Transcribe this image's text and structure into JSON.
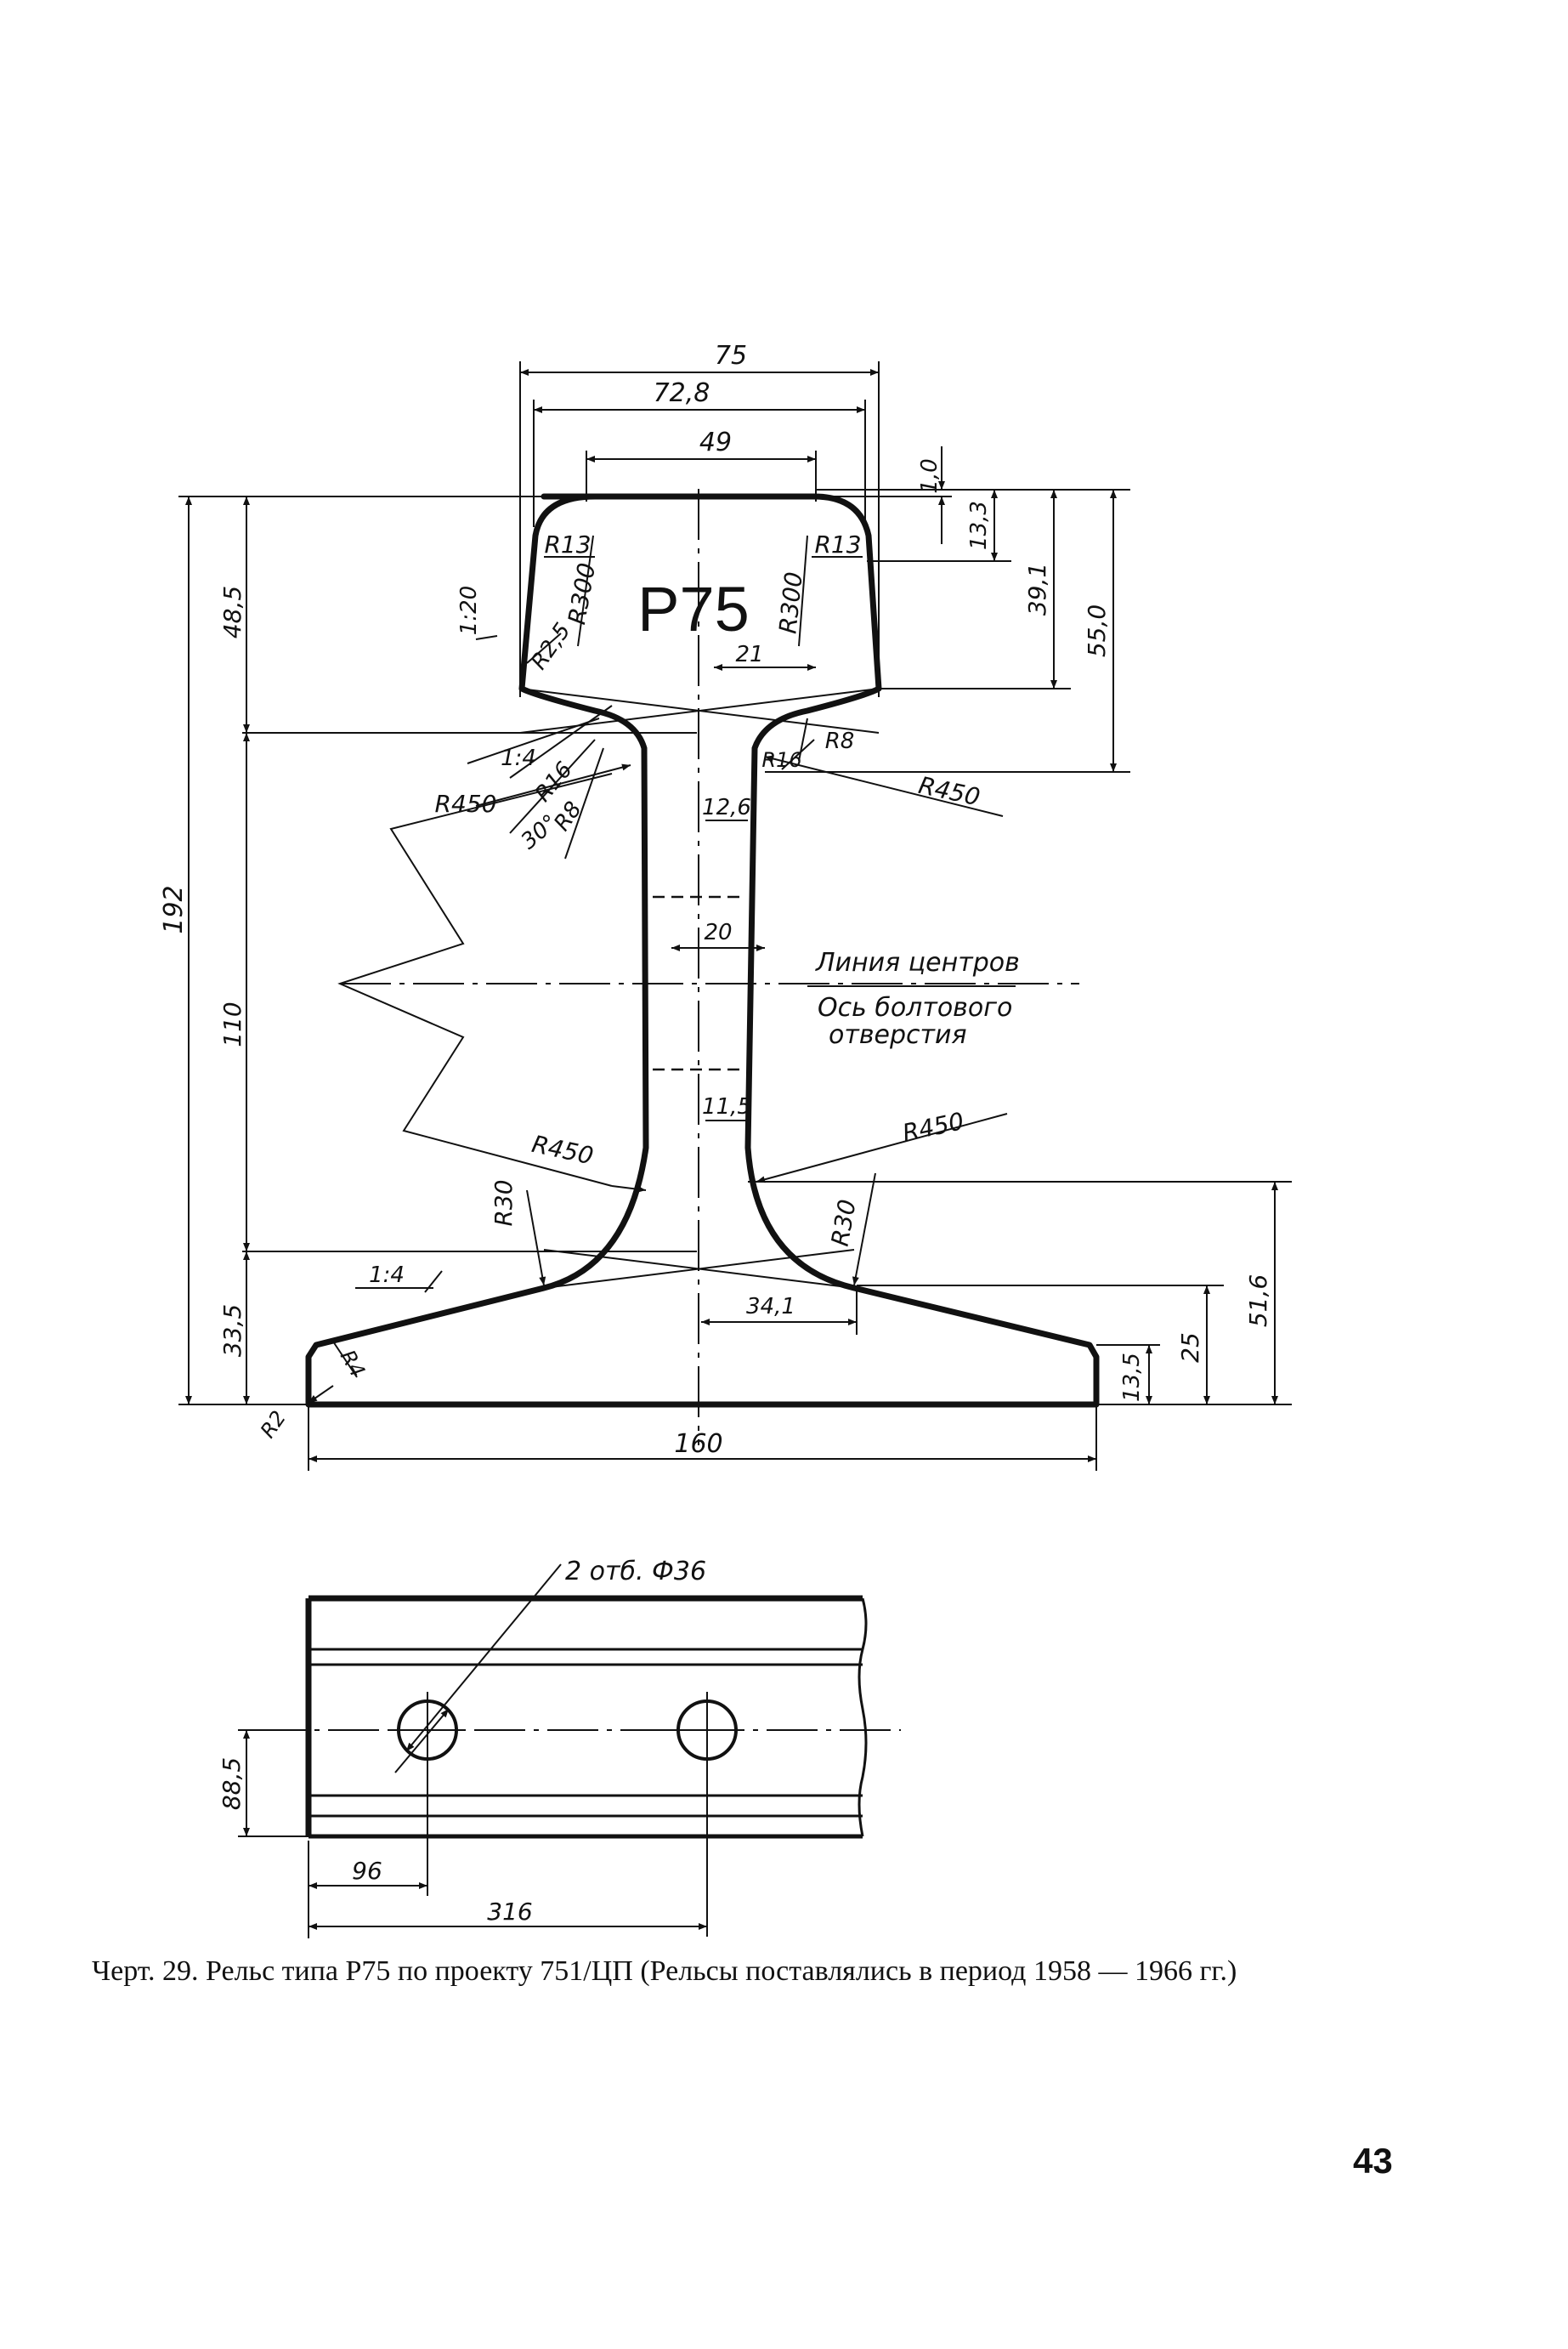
{
  "profile_label": "Р75",
  "dimensions": {
    "width_75": "75",
    "width_72_8": "72,8",
    "width_49": "49",
    "d_1_0": "1,0",
    "d_13_3": "13,3",
    "d_39_1": "39,1",
    "d_55_0": "55,0",
    "d_48_5": "48,5",
    "d_192": "192",
    "d_110": "110",
    "d_33_5": "33,5",
    "d_21": "21",
    "d_12_6": "12,6",
    "d_20": "20",
    "d_11_5": "11,5",
    "d_34_1": "34,1",
    "d_51_6": "51,6",
    "d_25": "25",
    "d_13_5": "13,5",
    "d_160": "160",
    "d_88_5": "88,5",
    "d_96": "96",
    "d_316": "316"
  },
  "radii": {
    "r13_left": "R13",
    "r13_right": "R13",
    "r300_left": "R300",
    "r300_right": "R300",
    "r2_5": "R2,5",
    "r16_left": "R16",
    "r16_right": "R16",
    "r8_left": "R8",
    "r8_right": "R8",
    "r450_ul": "R450",
    "r450_ur": "R450",
    "r450_ll": "R450",
    "r450_lr": "R450",
    "r30_left": "R30",
    "r30_right": "R30",
    "r4": "R4",
    "r2": "R2"
  },
  "slopes": {
    "s1_20": "1:20",
    "s1_4_upper": "1:4",
    "s1_4_lower": "1:4",
    "angle_30": "30°"
  },
  "annotations": {
    "centers_line": "Линия центров",
    "bolt_axis_1": "Ось болтового",
    "bolt_axis_2": "отверстия",
    "holes": "2 отб. Ф36"
  },
  "caption": "Черт. 29. Рельс типа Р75 по проекту 751/ЦП (Рельсы поставлялись в период 1958 — 1966 гг.)",
  "page_number": "43"
}
